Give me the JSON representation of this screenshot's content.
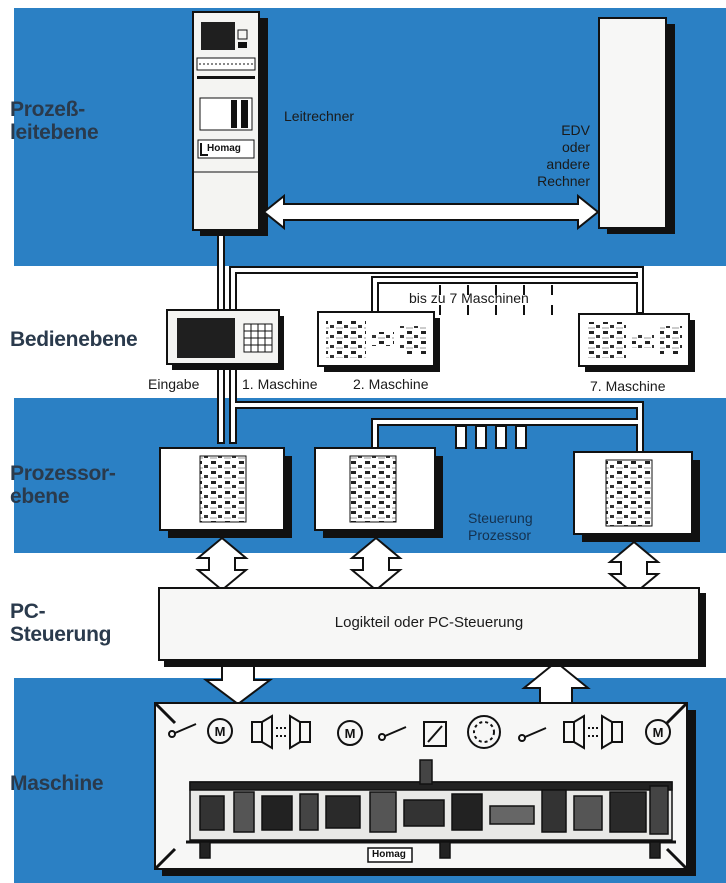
{
  "levels": {
    "prozessleitebene": [
      "Prozeß-",
      "leitebene"
    ],
    "bedienebene": "Bedienebene",
    "prozessorebene": [
      "Prozessor-",
      "ebene"
    ],
    "pc_steuerung": [
      "PC-",
      "Steuerung"
    ],
    "maschine": "Maschine"
  },
  "labels": {
    "leitrechner": "Leitrechner",
    "edv": [
      "EDV",
      "oder",
      "andere",
      "Rechner"
    ],
    "bis_zu": "bis zu 7 Maschinen",
    "eingabe": "Eingabe",
    "maschine_1": "1. Maschine",
    "maschine_2": "2. Maschine",
    "maschine_7": "7. Maschine",
    "steuerung_prozessor": [
      "Steuerung",
      "Prozessor"
    ],
    "logikteil": "Logikteil oder PC-Steuerung",
    "brand": "Homag"
  },
  "colors": {
    "band_blue": "#2b80c4",
    "label_dark": "#2a3a4c",
    "display_dark": "#1f1f1f"
  },
  "icons": [
    "switch-icon",
    "motor-icon",
    "valve-icon",
    "relay-icon",
    "rotary-dial-icon"
  ]
}
